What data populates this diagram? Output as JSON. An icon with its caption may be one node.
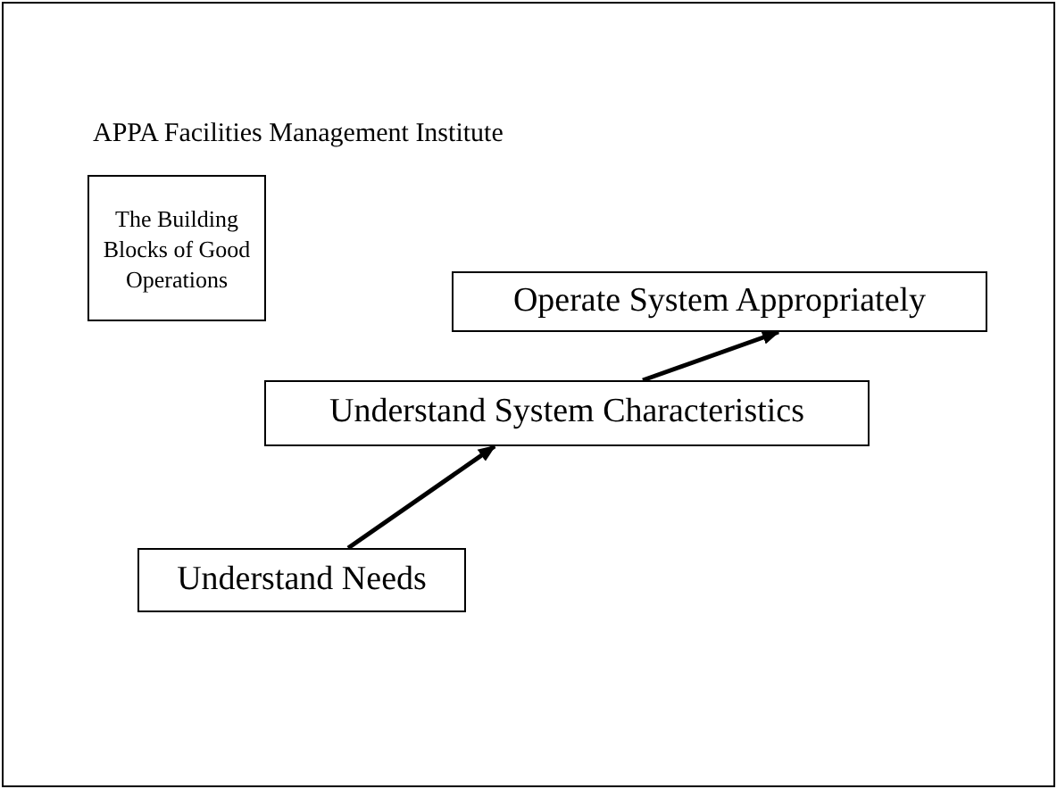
{
  "diagram": {
    "title": "APPA Facilities Management Institute",
    "nodes": [
      {
        "text": [
          "The Building Blocks of Good Operations"
        ]
      },
      {
        "text": [
          "Operate System Appropriately"
        ]
      },
      {
        "text": [
          "Understand System Characteristics"
        ]
      },
      {
        "text": [
          "Understand Needs"
        ]
      }
    ],
    "edges": [
      {
        "from": 3,
        "to": 2,
        "arrow": "to"
      },
      {
        "from": 2,
        "to": 1,
        "arrow": "to"
      }
    ]
  }
}
